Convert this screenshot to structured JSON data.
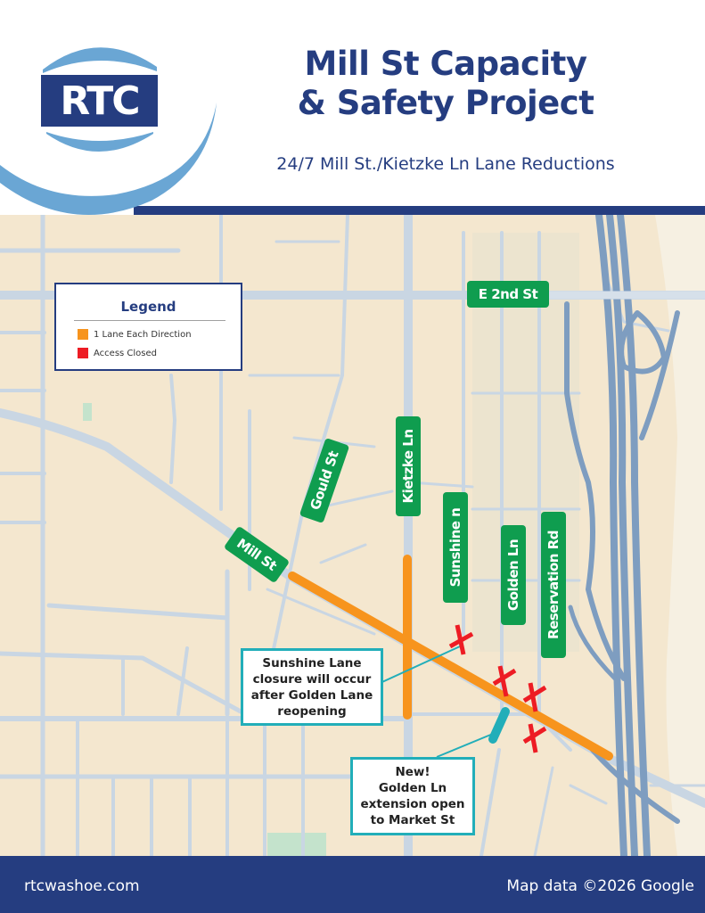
{
  "header": {
    "logo_text": "RTC",
    "title_line1": "Mill St Capacity",
    "title_line2": "& Safety  Project",
    "subtitle": "24/7 Mill St./Kietzke Ln Lane Reductions"
  },
  "legend": {
    "title": "Legend",
    "items": [
      {
        "label": "1 Lane Each Direction",
        "color": "#f7941d"
      },
      {
        "label": "Access Closed",
        "color": "#ed1c24"
      }
    ]
  },
  "streets": {
    "e2nd": "E 2nd St",
    "gould": "Gould St",
    "kietzke": "Kietzke Ln",
    "sunshine": "Sunshine n",
    "golden": "Golden Ln",
    "reservation": "Reservation Rd",
    "mill": "Mill St"
  },
  "callouts": {
    "sunshine": [
      "Sunshine Lane",
      "closure will occur",
      "after Golden Lane",
      "reopening"
    ],
    "golden": [
      "New!",
      "Golden Ln",
      "extension open",
      "to Market St"
    ]
  },
  "colors": {
    "brand_navy": "#253d80",
    "brand_light_blue": "#6aa6d4",
    "lane_reduction": "#f7941d",
    "access_closed": "#ed1c24",
    "new_extension": "#22aeb9",
    "street_label_green": "#0f9d4f",
    "map_background": "#f4e7cf",
    "road": "#c9d6e3",
    "freeway": "#7e9dc0"
  },
  "footer": {
    "website": "rtcwashoe.com",
    "attribution": "Map data ©2026 Google"
  }
}
